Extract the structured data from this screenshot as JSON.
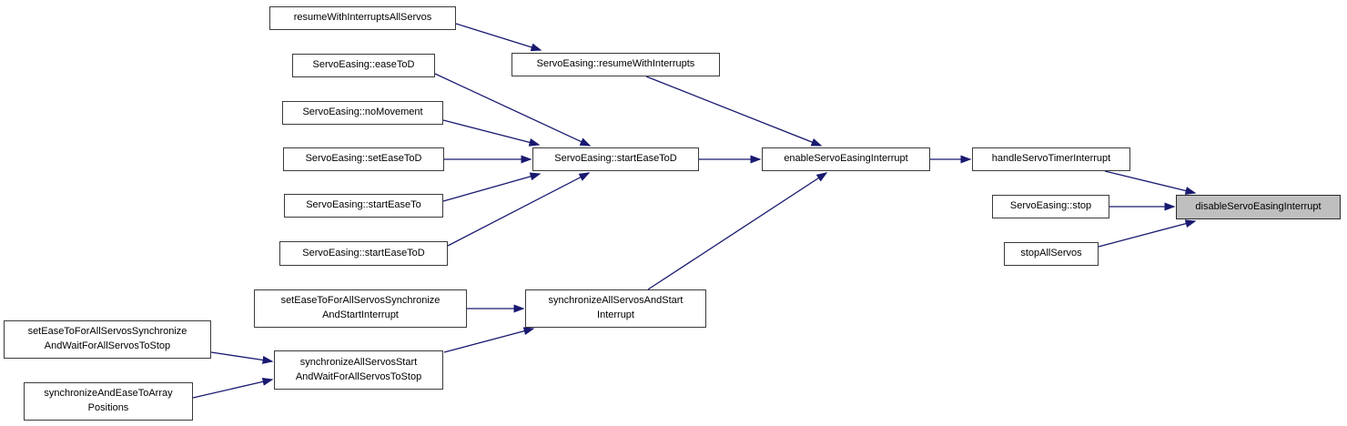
{
  "diagram": {
    "type": "call-graph",
    "colors": {
      "edge": "#191970",
      "node_fill": "#ffffff",
      "node_border": "#3a3a3a",
      "highlight_fill": "#bfbfbf",
      "text": "#000000",
      "background": "#ffffff"
    },
    "highlighted_node": "disableServoEasingInterrupt",
    "nodes": [
      {
        "id": "resume-with-interrupts-all-servos",
        "label": "resumeWithInterruptsAllServos"
      },
      {
        "id": "servoeasing-ease-to-d",
        "label": "ServoEasing::easeToD"
      },
      {
        "id": "servoeasing-no-movement",
        "label": "ServoEasing::noMovement"
      },
      {
        "id": "servoeasing-set-ease-to-d",
        "label": "ServoEasing::setEaseToD"
      },
      {
        "id": "servoeasing-start-ease-to",
        "label": "ServoEasing::startEaseTo"
      },
      {
        "id": "servoeasing-start-ease-to-d-caller",
        "label": "ServoEasing::startEaseToD"
      },
      {
        "id": "servoeasing-resume-with-interrupts",
        "label": "ServoEasing::resumeWithInterrupts"
      },
      {
        "id": "servoeasing-start-ease-to-d",
        "label": "ServoEasing::startEaseToD"
      },
      {
        "id": "enable-servo-easing-interrupt",
        "label": "enableServoEasingInterrupt"
      },
      {
        "id": "handle-servo-timer-interrupt",
        "label": "handleServoTimerInterrupt"
      },
      {
        "id": "servoeasing-stop",
        "label": "ServoEasing::stop"
      },
      {
        "id": "stop-all-servos",
        "label": "stopAllServos"
      },
      {
        "id": "disable-servo-easing-interrupt",
        "label": "disableServoEasingInterrupt"
      },
      {
        "id": "set-ease-to-for-all-servos-synchronize-and-start-interrupt",
        "label": "setEaseToForAllServosSynchronize\nAndStartInterrupt"
      },
      {
        "id": "synchronize-all-servos-and-start-interrupt",
        "label": "synchronizeAllServosAndStart\nInterrupt"
      },
      {
        "id": "set-ease-to-for-all-servos-synchronize-and-wait-for-all-servos-to-stop",
        "label": "setEaseToForAllServosSynchronize\nAndWaitForAllServosToStop"
      },
      {
        "id": "synchronize-all-servos-start-and-wait-for-all-servos-to-stop",
        "label": "synchronizeAllServosStart\nAndWaitForAllServosToStop"
      },
      {
        "id": "synchronize-and-ease-to-array-positions",
        "label": "synchronizeAndEaseToArray\nPositions"
      }
    ],
    "edges": [
      {
        "from": "resumeWithInterruptsAllServos",
        "to": "ServoEasing::resumeWithInterrupts"
      },
      {
        "from": "ServoEasing::easeToD",
        "to": "ServoEasing::startEaseToD"
      },
      {
        "from": "ServoEasing::noMovement",
        "to": "ServoEasing::startEaseToD"
      },
      {
        "from": "ServoEasing::setEaseToD",
        "to": "ServoEasing::startEaseToD"
      },
      {
        "from": "ServoEasing::startEaseTo",
        "to": "ServoEasing::startEaseToD"
      },
      {
        "from": "ServoEasing::startEaseToD (caller)",
        "to": "ServoEasing::startEaseToD"
      },
      {
        "from": "ServoEasing::resumeWithInterrupts",
        "to": "enableServoEasingInterrupt"
      },
      {
        "from": "ServoEasing::startEaseToD",
        "to": "enableServoEasingInterrupt"
      },
      {
        "from": "synchronizeAllServosAndStartInterrupt",
        "to": "enableServoEasingInterrupt"
      },
      {
        "from": "enableServoEasingInterrupt",
        "to": "handleServoTimerInterrupt"
      },
      {
        "from": "handleServoTimerInterrupt",
        "to": "disableServoEasingInterrupt"
      },
      {
        "from": "ServoEasing::stop",
        "to": "disableServoEasingInterrupt"
      },
      {
        "from": "stopAllServos",
        "to": "disableServoEasingInterrupt"
      },
      {
        "from": "setEaseToForAllServosSynchronizeAndStartInterrupt",
        "to": "synchronizeAllServosAndStartInterrupt"
      },
      {
        "from": "synchronizeAllServosStartAndWaitForAllServosToStop",
        "to": "synchronizeAllServosAndStartInterrupt"
      },
      {
        "from": "setEaseToForAllServosSynchronizeAndWaitForAllServosToStop",
        "to": "synchronizeAllServosStartAndWaitForAllServosToStop"
      },
      {
        "from": "synchronizeAndEaseToArrayPositions",
        "to": "synchronizeAllServosStartAndWaitForAllServosToStop"
      }
    ]
  }
}
